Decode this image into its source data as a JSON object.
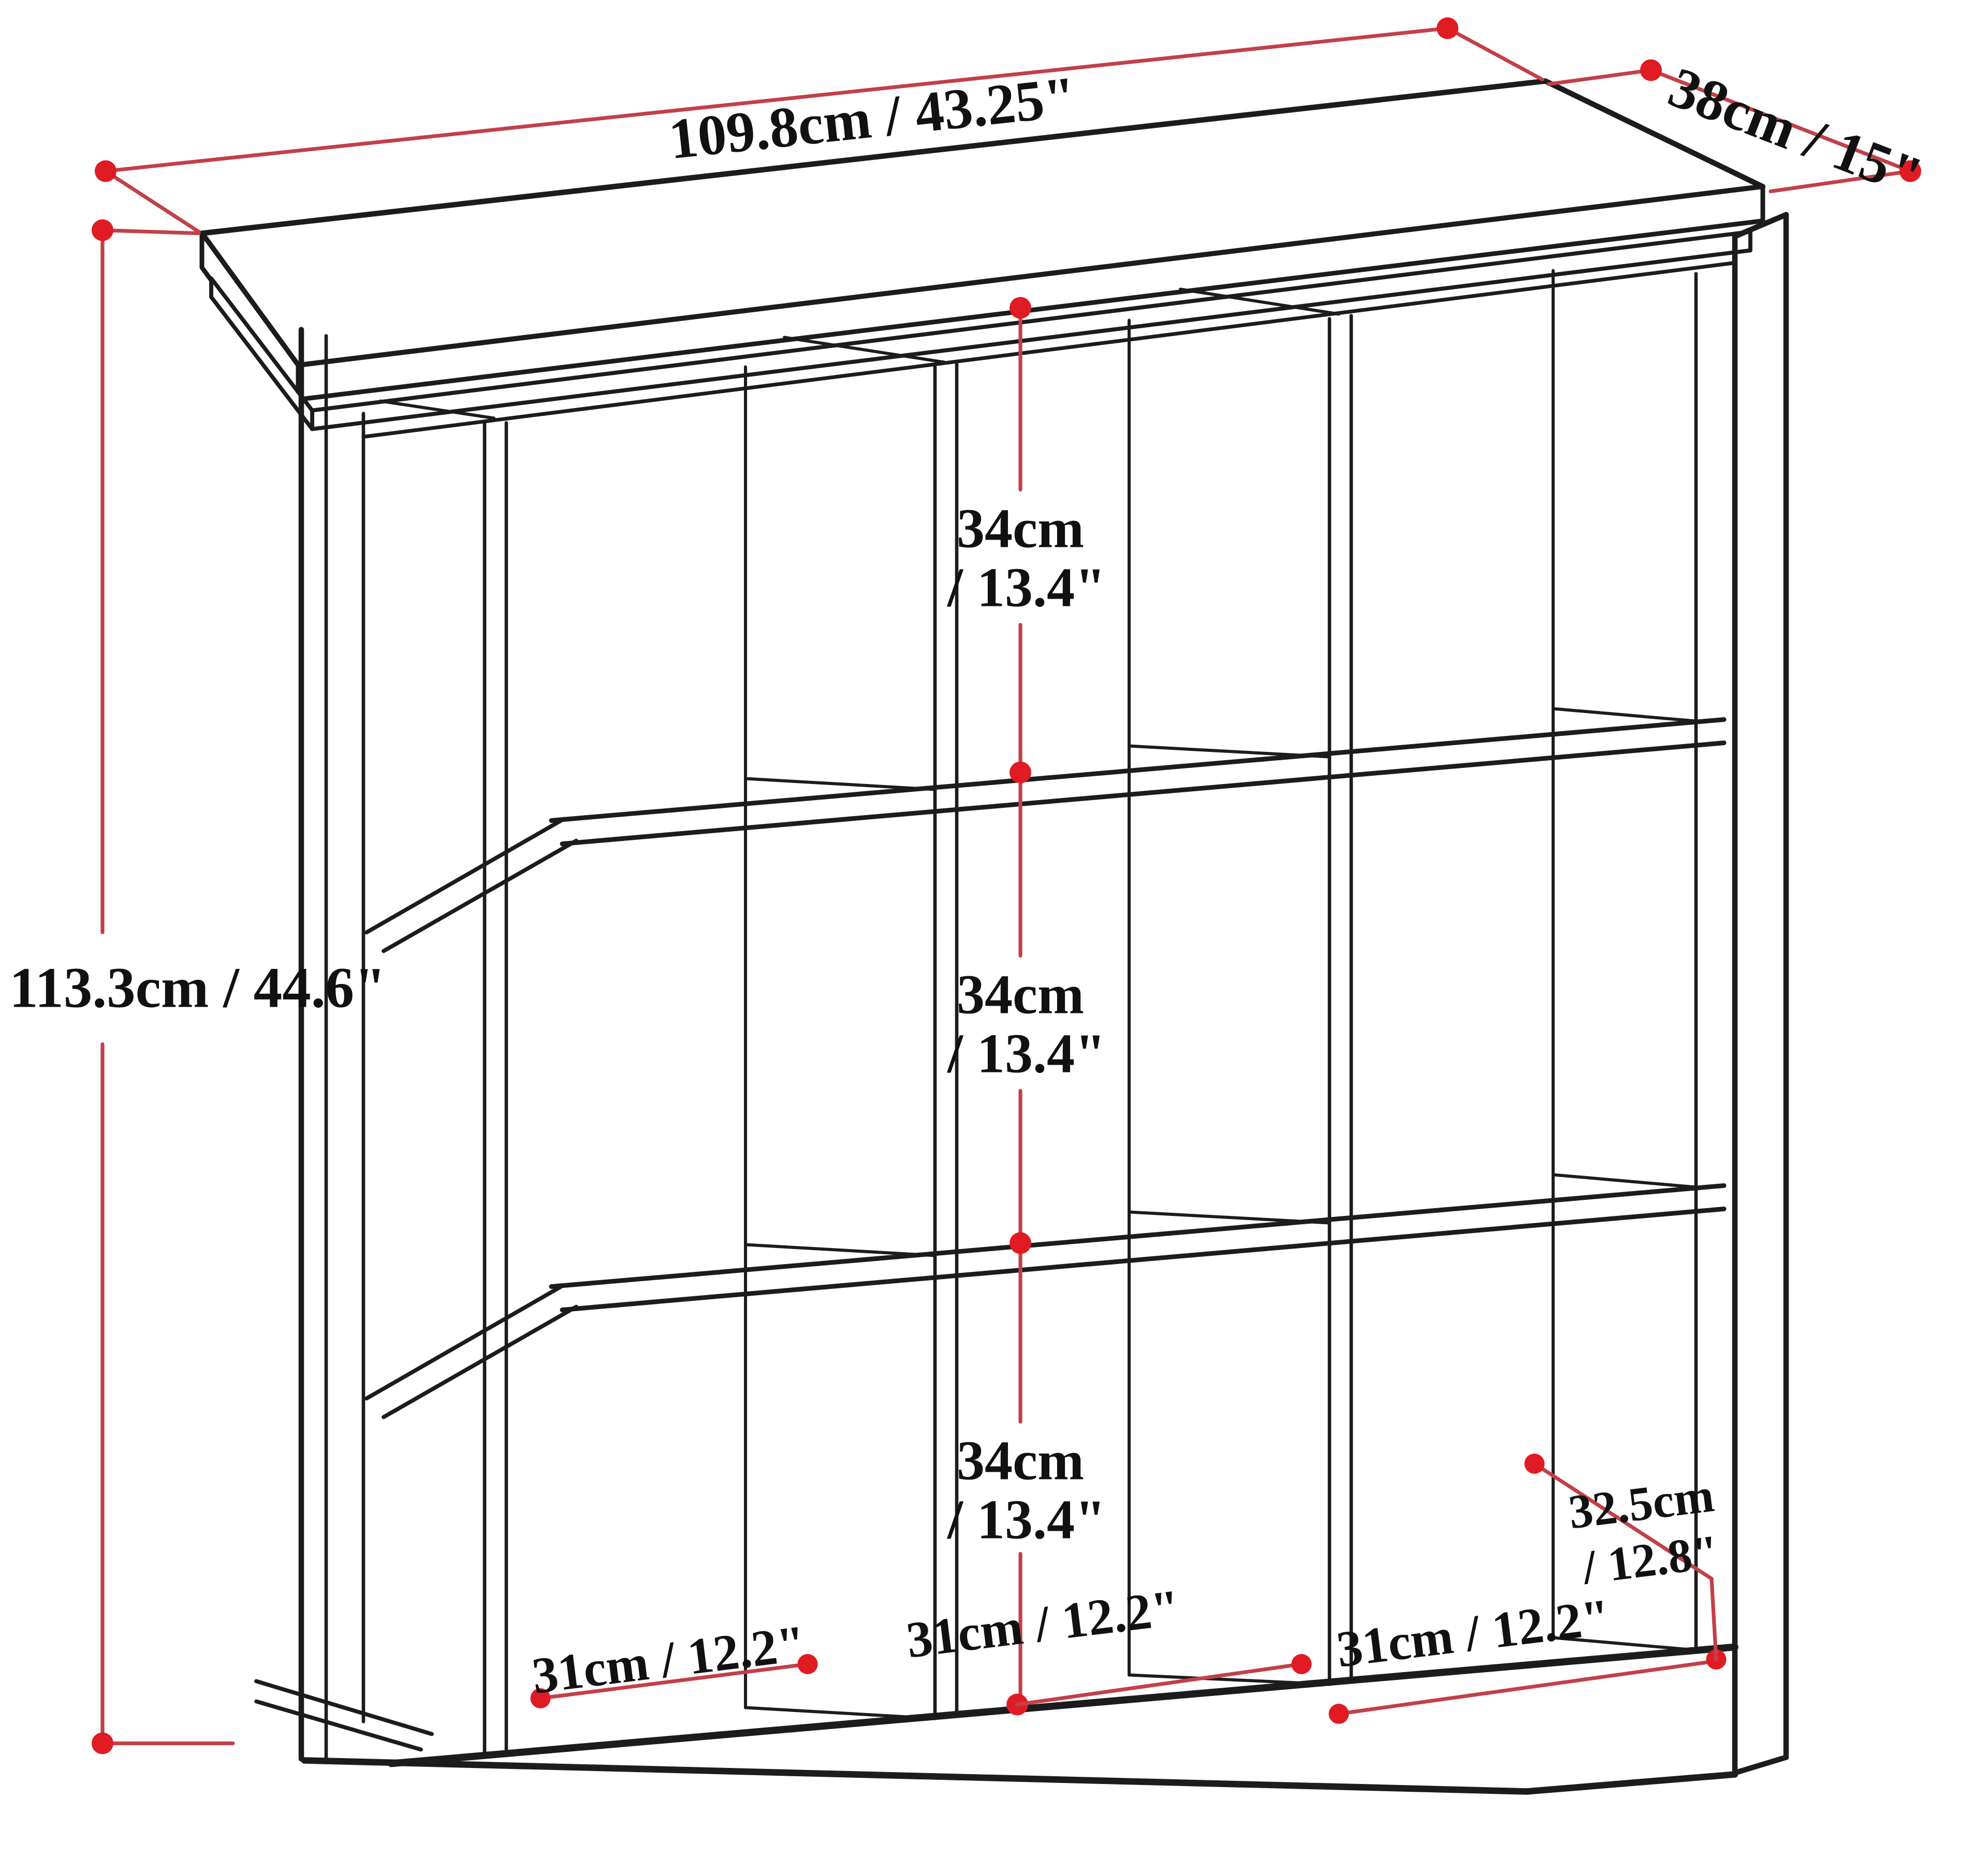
{
  "diagram": {
    "type": "product-dimension-diagram",
    "subject": "9-cube storage bookcase",
    "overall": {
      "width_label": "109.8cm / 43.25\"",
      "depth_label": "38cm / 15\"",
      "height_label": "113.3cm / 44.6\""
    },
    "cube": {
      "height_label_l1": "34cm",
      "height_label_l2": "/ 13.4\"",
      "width_label": "31cm / 12.2\"",
      "depth_label_l1": "32.5cm",
      "depth_label_l2": "/ 12.8\""
    },
    "counts": {
      "rows": 3,
      "columns": 3,
      "cube_height_labels": 3,
      "cube_width_labels": 3
    },
    "colors": {
      "dimension_line": "#c24048",
      "dimension_dot": "#e01b23",
      "drawing_line": "#1c1c1c",
      "background": "#ffffff"
    }
  }
}
